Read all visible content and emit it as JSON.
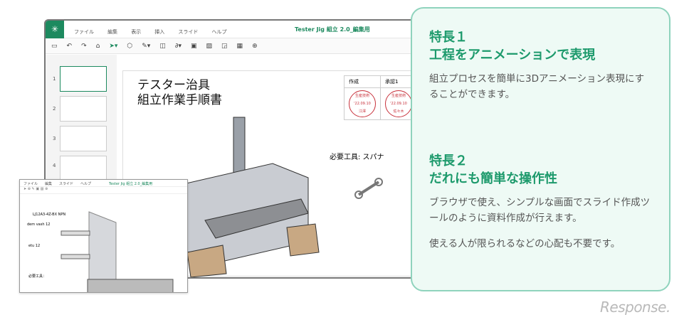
{
  "app": {
    "title": "Tester Jig 組立 2.0_編集用",
    "menu": [
      "ファイル",
      "編集",
      "表示",
      "挿入",
      "スライド",
      "ヘルプ"
    ]
  },
  "thumbnails": [
    "1",
    "2",
    "3",
    "4"
  ],
  "slide": {
    "title_line1": "テスター治具",
    "title_line2": "組立作業手順書",
    "stamp_headers": [
      "作成",
      "承認1"
    ],
    "stamps": [
      {
        "dept": "生産技術",
        "date": "'22.09.10",
        "name": "江澤"
      },
      {
        "dept": "生産技術",
        "date": "'22.09.10",
        "name": "佐々木"
      }
    ],
    "tools_label": "必要工具: スパナ"
  },
  "small_window": {
    "title": "Tester Jig 組立 2.0_編集用",
    "menu": [
      "ファイル",
      "編集",
      "スライド",
      "ヘルプ"
    ],
    "labels": [
      "LJ12A3-4Z-BX NPN",
      "dem vash 12",
      "etu 12",
      "必要工具："
    ]
  },
  "panel": {
    "feature1_title1": "特長１",
    "feature1_title2": "工程をアニメーションで表現",
    "feature1_text": "組立プロセスを簡単に3Dアニメーション表現にすることができます。",
    "feature2_title1": "特長２",
    "feature2_title2": "だれにも簡単な操作性",
    "feature2_text1": "ブラウザで使え、シンプルな画面でスライド作成ツールのように資料作成が行えます。",
    "feature2_text2": "使える人が限られるなどの心配も不要です。"
  },
  "watermark": "Response.",
  "colors": {
    "accent": "#1d8a5f",
    "panel_heading": "#1d9a6c",
    "stamp": "#c8323c"
  }
}
